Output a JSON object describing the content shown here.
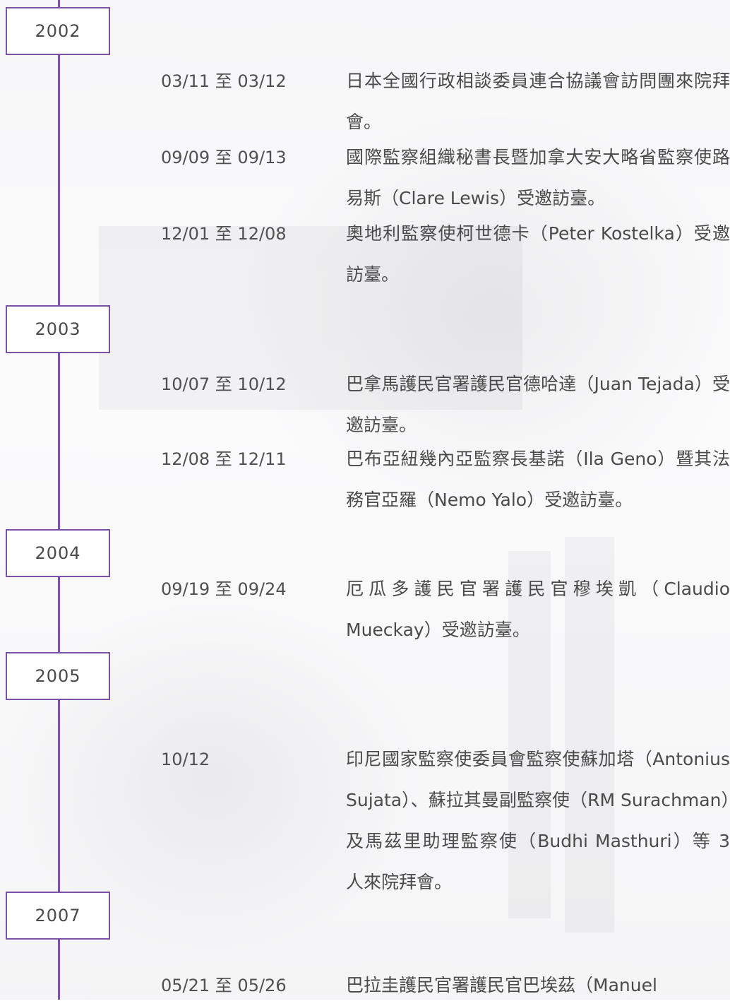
{
  "timeline": [
    {
      "year": "2002",
      "events": [
        {
          "date": "03/11 至 03/12",
          "desc": "日本全國行政相談委員連合協議會訪問團來院拜會。"
        },
        {
          "date": "09/09 至 09/13",
          "desc": "國際監察組織秘書長暨加拿大安大略省監察使路易斯（Clare Lewis）受邀訪臺。"
        },
        {
          "date": "12/01 至 12/08",
          "desc": "奧地利監察使柯世德卡（Peter Kostelka）受邀訪臺。"
        }
      ]
    },
    {
      "year": "2003",
      "events": [
        {
          "date": "10/07 至 10/12",
          "desc": "巴拿馬護民官署護民官德哈達（Juan Tejada）受邀訪臺。"
        },
        {
          "date": "12/08 至 12/11",
          "desc": "巴布亞紐幾內亞監察長基諾（Ila Geno）暨其法務官亞羅（Nemo Yalo）受邀訪臺。"
        }
      ]
    },
    {
      "year": "2004",
      "events": [
        {
          "date": "09/19 至 09/24",
          "desc": "厄瓜多護民官署護民官穆埃凱（Claudio Mueckay）受邀訪臺。"
        }
      ]
    },
    {
      "year": "2005",
      "events": [
        {
          "date": "10/12",
          "desc": "印尼國家監察使委員會監察使蘇加塔（Antonius Sujata）、蘇拉其曼副監察使（RM Surachman）及馬茲里助理監察使（Budhi Masthuri）等 3 人來院拜會。"
        }
      ]
    },
    {
      "year": "2007",
      "events": [
        {
          "date": "05/21 至 05/26",
          "desc": "巴拉圭護民官署護民官巴埃茲（Manuel"
        }
      ]
    }
  ]
}
